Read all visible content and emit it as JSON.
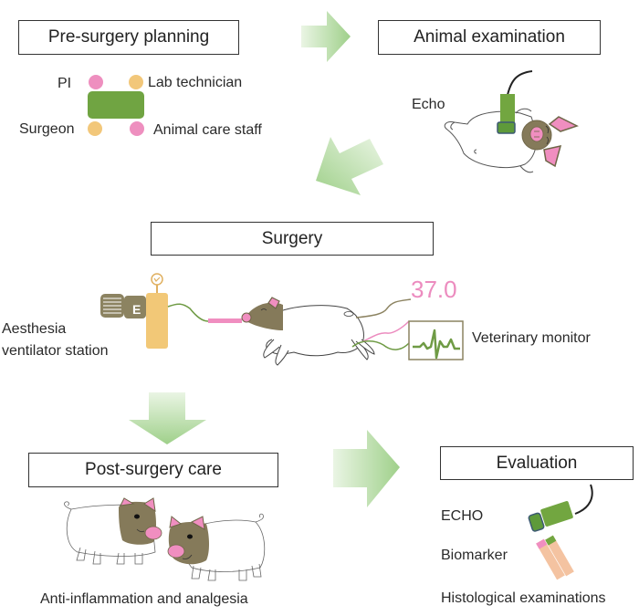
{
  "stages": {
    "pre_surgery": "Pre-surgery planning",
    "animal_exam": "Animal examination",
    "surgery": "Surgery",
    "post_surgery": "Post-surgery care",
    "evaluation": "Evaluation"
  },
  "pre_surgery_roles": {
    "pi": "PI",
    "lab_technician": "Lab technician",
    "surgeon": "Surgeon",
    "animal_care_staff": "Animal care staff"
  },
  "animal_exam": {
    "echo_label": "Echo"
  },
  "surgery": {
    "ventilator_label_line1": "Aesthesia",
    "ventilator_label_line2": "ventilator station",
    "temperature_reading": "37.0",
    "monitor_label": "Veterinary monitor"
  },
  "post_surgery": {
    "caption": "Anti-inflammation and analgesia"
  },
  "evaluation": {
    "echo": "ECHO",
    "biomarker": "Biomarker",
    "histology": "Histological examinations"
  },
  "colors": {
    "table_green": "#70a442",
    "role_pink": "#ee8fbf",
    "role_orange": "#f2c77a",
    "pig_head": "#857a5a",
    "pig_snout": "#f08ec0",
    "arrow_green": "#9fd08a",
    "temperature_pink": "#ec8cbf",
    "tank_yellow": "#f2c877",
    "cylinder_brown": "#8c8361",
    "probe_green": "#72a640",
    "probe_tip_blue": "#3d5a73",
    "tube_peach": "#f4c3a1"
  }
}
